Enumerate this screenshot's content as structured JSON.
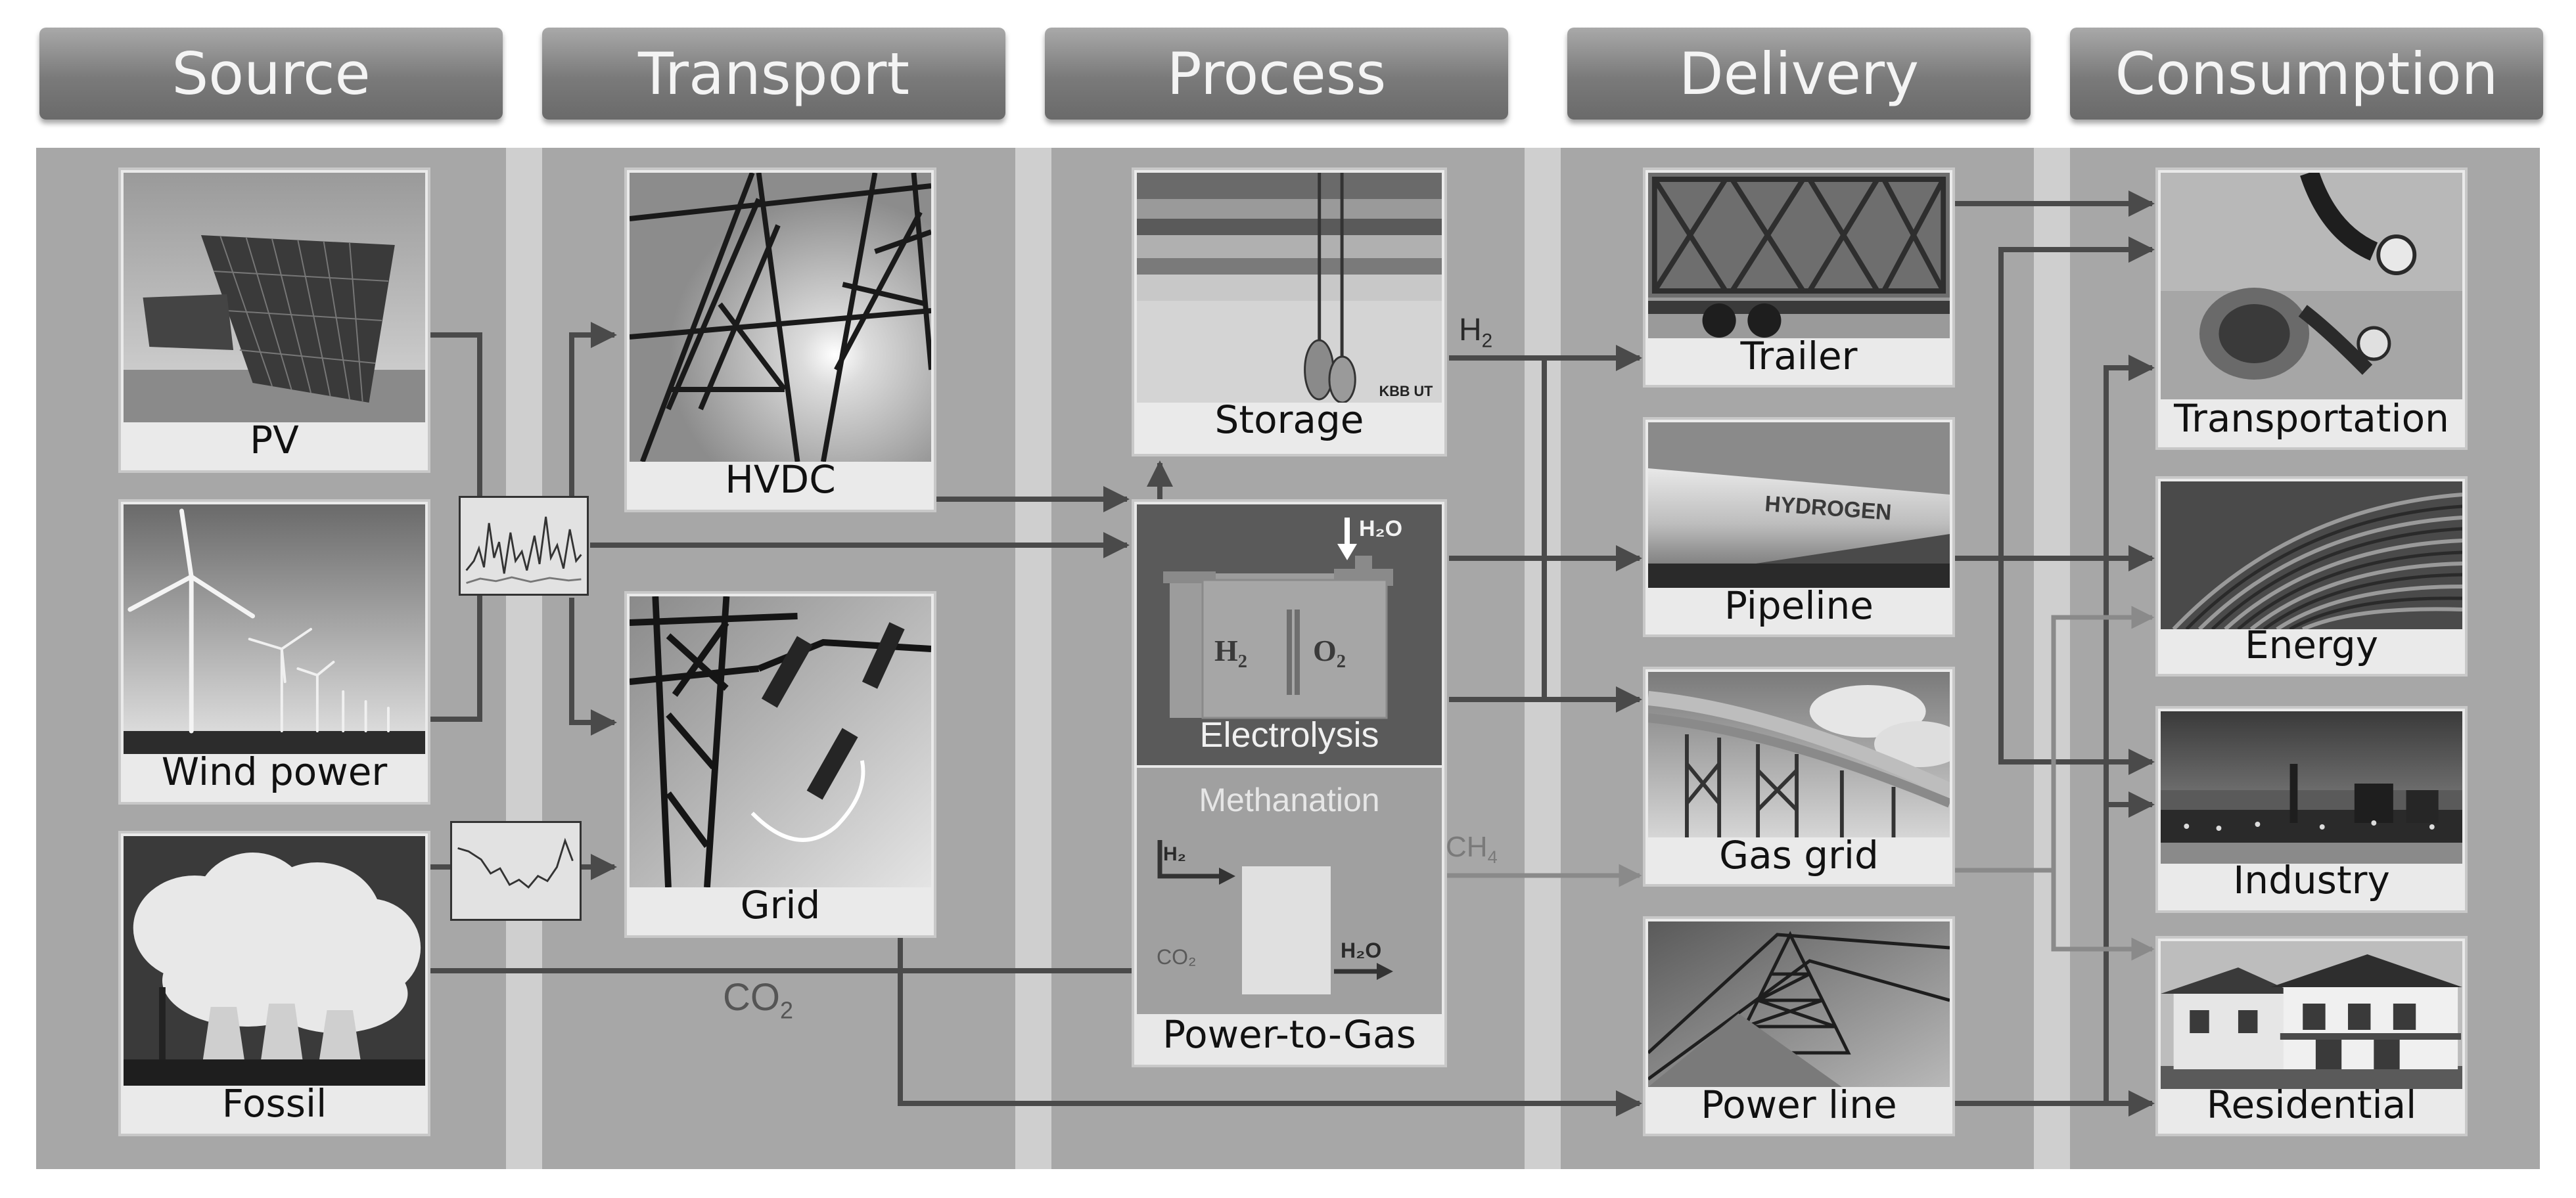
{
  "headers": {
    "source": "Source",
    "transport": "Transport",
    "process": "Process",
    "delivery": "Delivery",
    "consumption": "Consumption"
  },
  "source": {
    "pv": "PV",
    "wind": "Wind power",
    "fossil": "Fossil"
  },
  "transport": {
    "hvdc": "HVDC",
    "grid": "Grid"
  },
  "process": {
    "storage": "Storage",
    "storage_watermark": "KBB UT",
    "electrolysis": "Electrolysis",
    "h2o_in": "H₂O",
    "h2_symbol": "H",
    "o2_symbol": "O",
    "subscript_2": "2",
    "methanation": "Methanation",
    "meth_h2": "H₂",
    "meth_co2": "CO₂",
    "meth_h2o": "H₂O",
    "power_to_gas": "Power-to-Gas"
  },
  "flows": {
    "h2": "H",
    "ch4": "CH",
    "co2": "CO",
    "sub_2": "2",
    "sub_4": "4"
  },
  "delivery": {
    "trailer": "Trailer",
    "pipeline": "Pipeline",
    "gas_grid": "Gas grid",
    "power_line": "Power line",
    "pipeline_print": "HYDROGEN"
  },
  "consumption": {
    "transportation": "Transportation",
    "energy": "Energy",
    "industry": "Industry",
    "residential": "Residential"
  },
  "colors": {
    "band_dark": "#a7a7a7",
    "band_light": "#cfcfcf",
    "arrow": "#4a4a4a",
    "arrow_gray": "#8a8a8a",
    "electrolysis_box": "#5a5a5a",
    "methanation_box": "#a0a0a0"
  }
}
